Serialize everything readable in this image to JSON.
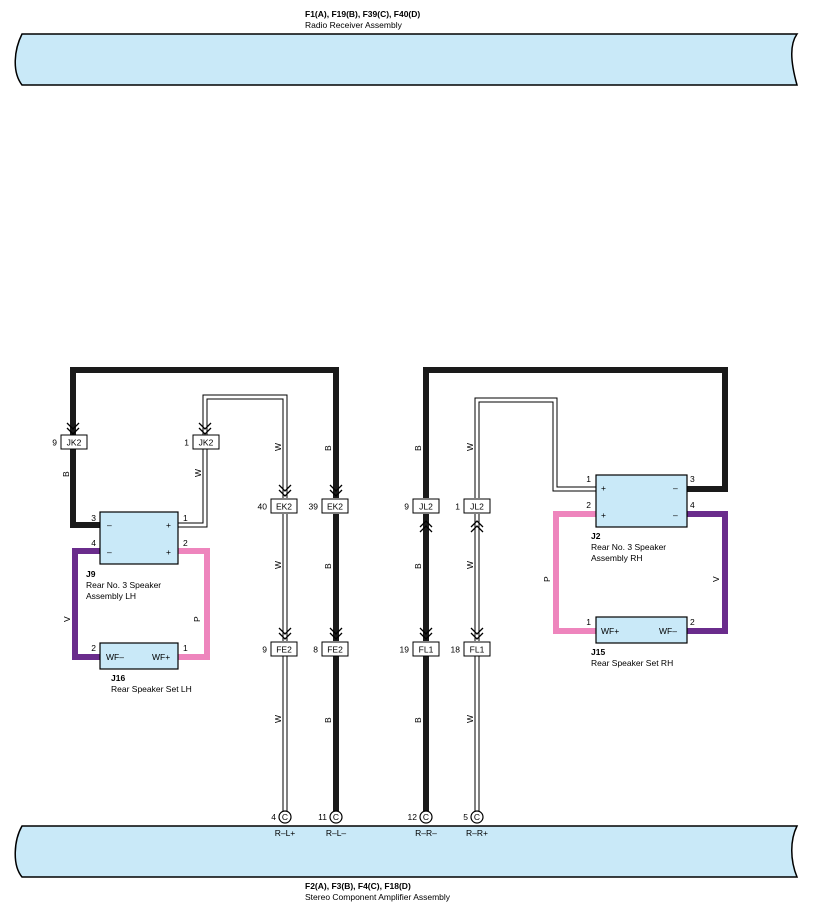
{
  "top_assembly": {
    "code": "F1(A), F19(B), F39(C), F40(D)",
    "name": "Radio Receiver Assembly"
  },
  "bottom_assembly": {
    "code": "F2(A), F3(B), F4(C), F18(D)",
    "name": "Stereo Component Amplifier Assembly"
  },
  "components": {
    "j9": {
      "id": "J9",
      "name1": "Rear No. 3 Speaker",
      "name2": "Assembly LH",
      "pins": {
        "p3": "3",
        "p4": "4",
        "p1": "1",
        "p2": "2"
      },
      "minus": "–",
      "plus": "+"
    },
    "j16": {
      "id": "J16",
      "name": "Rear Speaker Set LH",
      "left": "WF–",
      "right": "WF+",
      "pin_left": "2",
      "pin_right": "1"
    },
    "j2": {
      "id": "J2",
      "name1": "Rear No. 3 Speaker",
      "name2": "Assembly RH",
      "pins": {
        "p1": "1",
        "p2": "2",
        "p3": "3",
        "p4": "4"
      },
      "minus": "–",
      "plus": "+"
    },
    "j15": {
      "id": "J15",
      "name": "Rear Speaker Set RH",
      "left": "WF+",
      "right": "WF–",
      "pin_left": "1",
      "pin_right": "2"
    }
  },
  "connectors": {
    "jk2_a": {
      "pin": "9",
      "label": "JK2"
    },
    "jk2_b": {
      "pin": "1",
      "label": "JK2"
    },
    "ek2_a": {
      "pin": "40",
      "label": "EK2"
    },
    "ek2_b": {
      "pin": "39",
      "label": "EK2"
    },
    "jl2_a": {
      "pin": "9",
      "label": "JL2"
    },
    "jl2_b": {
      "pin": "1",
      "label": "JL2"
    },
    "fe2_a": {
      "pin": "9",
      "label": "FE2"
    },
    "fe2_b": {
      "pin": "8",
      "label": "FE2"
    },
    "fl1_a": {
      "pin": "19",
      "label": "FL1"
    },
    "fl1_b": {
      "pin": "18",
      "label": "FL1"
    }
  },
  "terminals": {
    "t1": {
      "pin": "4",
      "letter": "C",
      "signal": "R–L+"
    },
    "t2": {
      "pin": "11",
      "letter": "C",
      "signal": "R–L–"
    },
    "t3": {
      "pin": "12",
      "letter": "C",
      "signal": "R–R–"
    },
    "t4": {
      "pin": "5",
      "letter": "C",
      "signal": "R–R+"
    }
  },
  "wire_colors": {
    "B": "B",
    "W": "W",
    "V": "V",
    "P": "P"
  },
  "colors": {
    "assembly_fill": "#c9e9f8",
    "component_fill": "#c9e9f8",
    "black_wire": "#1a1a1a",
    "violet_wire": "#6a2c8c",
    "pink_wire": "#ee85bd"
  }
}
